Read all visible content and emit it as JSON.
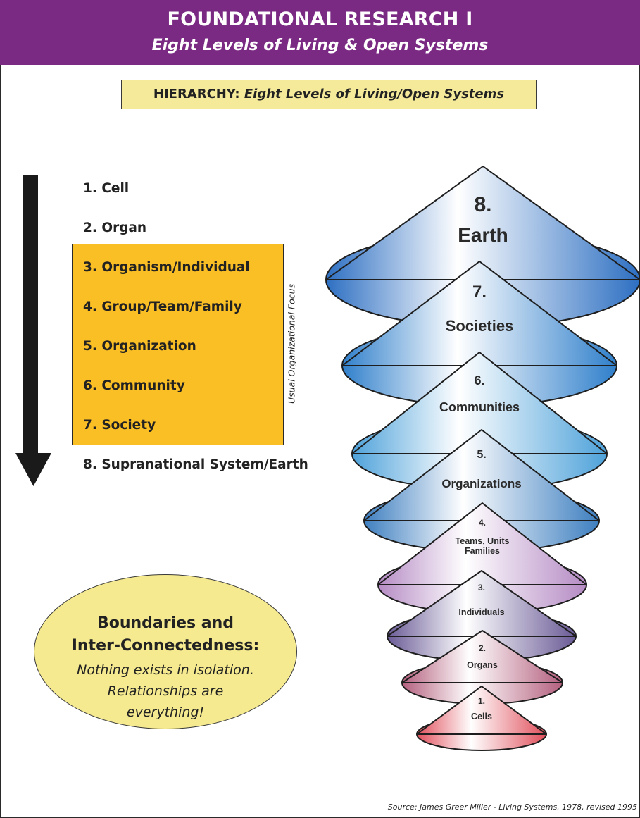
{
  "header": {
    "title": "FOUNDATIONAL RESEARCH I",
    "subtitle": "Eight Levels of Living & Open Systems"
  },
  "hierarchy_box": {
    "label": "HIERARCHY:",
    "italic_label": "Eight Levels of Living/Open Systems"
  },
  "levels": [
    "1. Cell",
    "2. Organ",
    "3. Organism/Individual",
    "4. Group/Team/Family",
    "5. Organization",
    "6. Community",
    "7. Society",
    "8. Supranational System/Earth"
  ],
  "focus_label": "Usual Organizational Focus",
  "boundaries": {
    "title_line1": "Boundaries and",
    "title_line2": "Inter-Connectedness:",
    "body_line1": "Nothing exists in isolation.",
    "body_line2": "Relationships are",
    "body_line3": "everything!"
  },
  "cones": [
    {
      "num": "8.",
      "label": "Earth",
      "label2": "",
      "color": "#2d6fc2"
    },
    {
      "num": "7.",
      "label": "Societies",
      "label2": "",
      "color": "#2f7fcb"
    },
    {
      "num": "6.",
      "label": "Communities",
      "label2": "",
      "color": "#4ea2da"
    },
    {
      "num": "5.",
      "label": "Organizations",
      "label2": "",
      "color": "#3e7fc0"
    },
    {
      "num": "4.",
      "label": "Teams, Units",
      "label2": "Families",
      "color": "#b58bc4"
    },
    {
      "num": "3.",
      "label": "Individuals",
      "label2": "",
      "color": "#6a5b96"
    },
    {
      "num": "2.",
      "label": "Organs",
      "label2": "",
      "color": "#b4607e"
    },
    {
      "num": "1.",
      "label": "Cells",
      "label2": "",
      "color": "#e0505c"
    }
  ],
  "source": "Source: James Greer Miller - Living Systems, 1978, revised 1995"
}
